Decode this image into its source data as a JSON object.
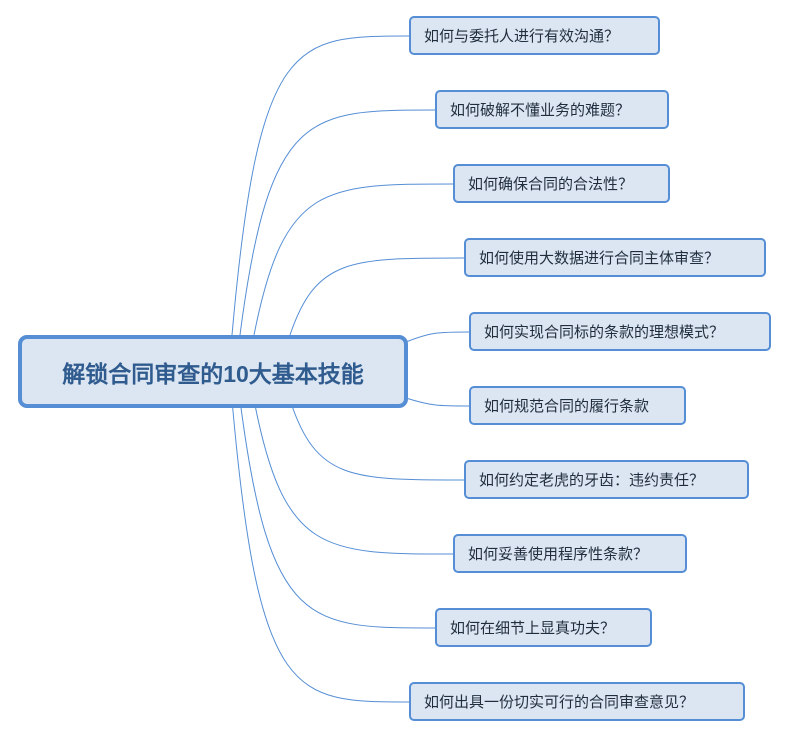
{
  "root": {
    "label": "解锁合同审查的10大基本技能"
  },
  "branches": [
    {
      "label": "如何与委托人进行有效沟通？"
    },
    {
      "label": "如何破解不懂业务的难题？"
    },
    {
      "label": "如何确保合同的合法性？"
    },
    {
      "label": "如何使用大数据进行合同主体审查？"
    },
    {
      "label": "如何实现合同标的条款的理想模式？"
    },
    {
      "label": "如何规范合同的履行条款"
    },
    {
      "label": "如何约定老虎的牙齿：违约责任？"
    },
    {
      "label": "如何妥善使用程序性条款？"
    },
    {
      "label": "如何在细节上显真功夫？"
    },
    {
      "label": "如何出具一份切实可行的合同审查意见？"
    }
  ],
  "colors": {
    "border": "#558ed5",
    "fill": "#dce6f2",
    "line": "#558ed5",
    "title": "#2f5b8f"
  }
}
